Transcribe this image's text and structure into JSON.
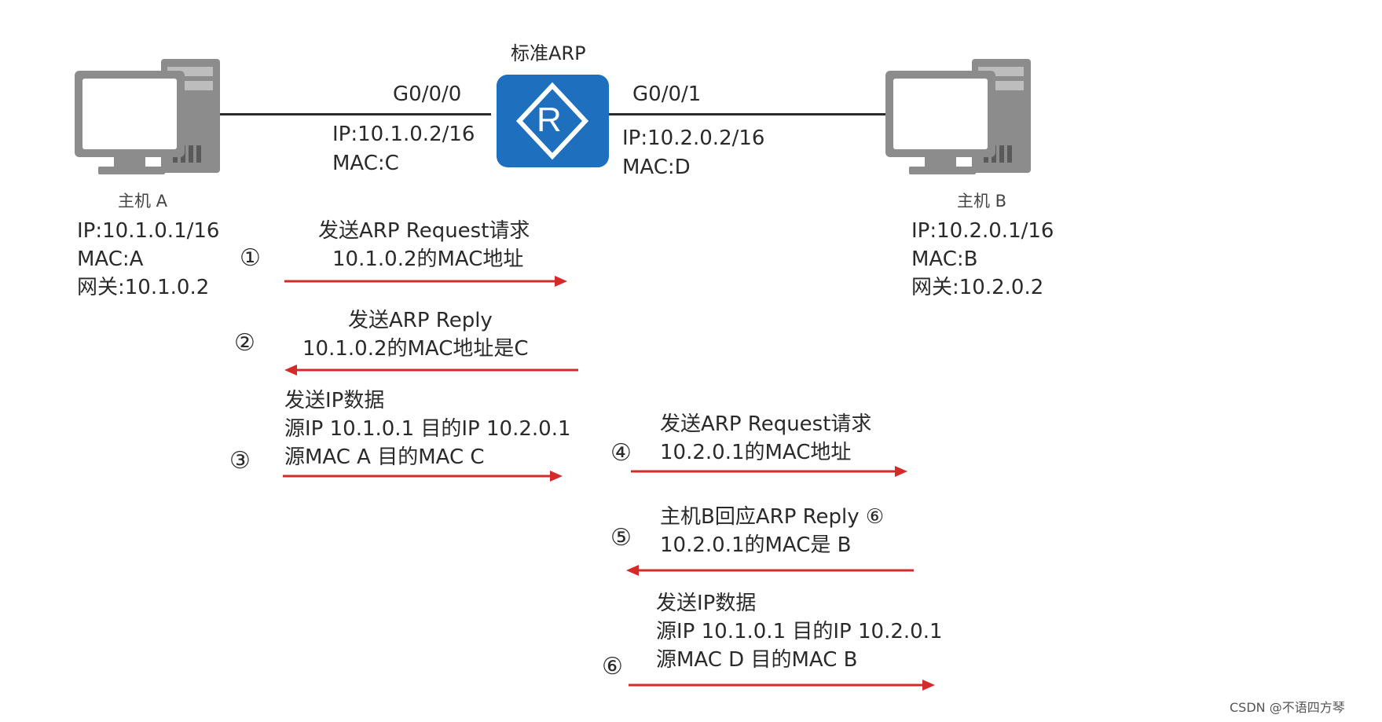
{
  "title": "标准ARP",
  "router": {
    "icon_letter": "R",
    "port_left": "G0/0/0",
    "port_right": "G0/0/1",
    "left_ip": "IP:10.1.0.2/16",
    "left_mac": "MAC:C",
    "right_ip": "IP:10.2.0.2/16",
    "right_mac": "MAC:D",
    "color": "#1f6fbf"
  },
  "host_a": {
    "name": "主机 A",
    "ip": "IP:10.1.0.1/16",
    "mac": "MAC:A",
    "gateway": "网关:10.1.0.2"
  },
  "host_b": {
    "name": "主机 B",
    "ip": "IP:10.2.0.1/16",
    "mac": "MAC:B",
    "gateway": "网关:10.2.0.2"
  },
  "steps": [
    {
      "number": "①",
      "line1": "发送ARP Request请求",
      "line2": "10.1.0.2的MAC地址",
      "direction": "right"
    },
    {
      "number": "②",
      "line1": "发送ARP Reply",
      "line2": "10.1.0.2的MAC地址是C",
      "direction": "left"
    },
    {
      "number": "③",
      "line1": "发送IP数据",
      "line2": "源IP 10.1.0.1 目的IP 10.2.0.1",
      "line3": "源MAC A 目的MAC C",
      "direction": "right"
    },
    {
      "number": "④",
      "line1": "发送ARP Request请求",
      "line2": "10.2.0.1的MAC地址",
      "direction": "right"
    },
    {
      "number": "⑤",
      "line1": "主机B回应ARP Reply ⑥",
      "line2": "10.2.0.1的MAC是 B",
      "direction": "left"
    },
    {
      "number": "⑥",
      "line1": "发送IP数据",
      "line2": "源IP 10.1.0.1 目的IP 10.2.0.1",
      "line3": "源MAC D 目的MAC B",
      "direction": "right"
    }
  ],
  "arrow_color": "#d42a2a",
  "icons": [
    "computer-icon",
    "router-icon"
  ],
  "watermark": "CSDN @不语四方琴"
}
